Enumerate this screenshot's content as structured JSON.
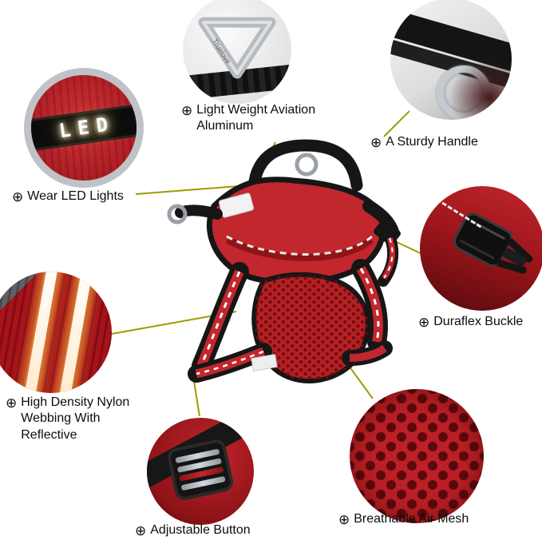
{
  "image": {
    "kind": "product-feature-infographic",
    "subject": "red dog harness with annotated feature callouts",
    "background": "#ffffff"
  },
  "colors": {
    "connector_line": "#9c9c00",
    "harness_red": "#c1272d",
    "harness_dark_red": "#8e1418",
    "strap_black": "#161616",
    "metal_gray": "#9aa0a6",
    "text": "#0d0d0d"
  },
  "callouts": [
    {
      "bullet": "⊕",
      "label": "Light Weight Aviation Aluminum"
    },
    {
      "bullet": "⊕",
      "label": "A Sturdy Handle"
    },
    {
      "bullet": "⊕",
      "label": "Wear LED Lights"
    },
    {
      "bullet": "⊕",
      "label": "Duraflex Buckle"
    },
    {
      "bullet": "⊕",
      "label": "High Density Nylon Webbing With Reflective"
    },
    {
      "bullet": "⊕",
      "label": "Adjustable Button"
    },
    {
      "bullet": "⊕",
      "label": "Breathable Air Mesh"
    }
  ],
  "details": {
    "aluminum_engraving": "Truelove",
    "led_text": "LED"
  }
}
